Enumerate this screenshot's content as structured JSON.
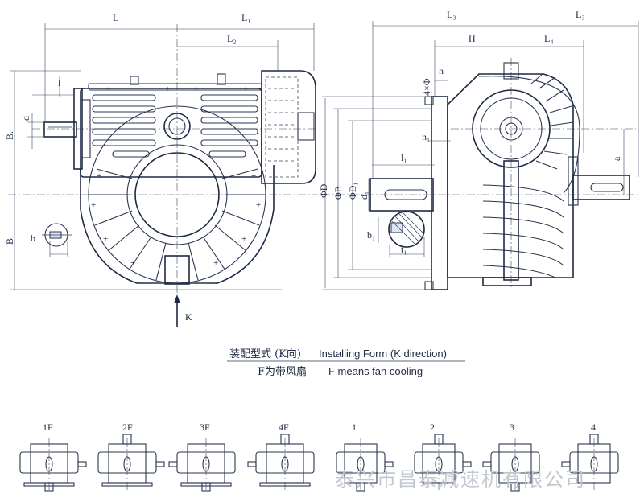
{
  "labels": {
    "L": "L",
    "L1": "L₁",
    "L2": "L₂",
    "L3a": "L₃",
    "L3b": "L₃",
    "L4": "L₄",
    "l": "l",
    "d": "d",
    "B_top": "B.",
    "B_bot": "B.",
    "b": "b",
    "H": "H",
    "h": "h",
    "h1": "h₁",
    "fourphi": "4×Φ",
    "phiD": "ΦD",
    "phiB": "ΦB",
    "phiD1": "ΦD₁",
    "l1": "l₁",
    "d1": "d₁",
    "b1": "b₁",
    "t1": "t₁",
    "a": "a",
    "K": "K"
  },
  "caption": {
    "line1_zh": "装配型式 (K向)",
    "line1_en": "Installing Form (K direction)",
    "line2_zh": "F为带风扇",
    "line2_en": "F means fan cooling"
  },
  "forms": [
    "1F",
    "2F",
    "3F",
    "4F",
    "1",
    "2",
    "3",
    "4"
  ],
  "watermark": "泰兴市昌泰减速机有限公司"
}
